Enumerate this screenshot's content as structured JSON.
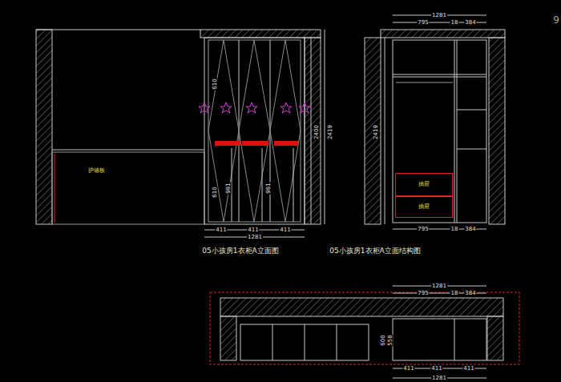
{
  "diagram": {
    "nodes": [
      {
        "text": [
          "抽屉"
        ]
      },
      {
        "text": [
          "抽屉"
        ]
      }
    ],
    "labels": [
      "05小孩房1衣柜A立面图",
      "05小孩房1衣柜A立面结构图",
      "1281",
      "795",
      "18",
      "384",
      "2419",
      "2400",
      "2419",
      "411",
      "411",
      "411",
      "1281",
      "795",
      "18",
      "384",
      "1281",
      "795",
      "18",
      "384",
      "411",
      "411",
      "411",
      "1281",
      "558",
      "600",
      "610",
      "610",
      "981",
      "981",
      "9",
      "护墙板"
    ]
  }
}
